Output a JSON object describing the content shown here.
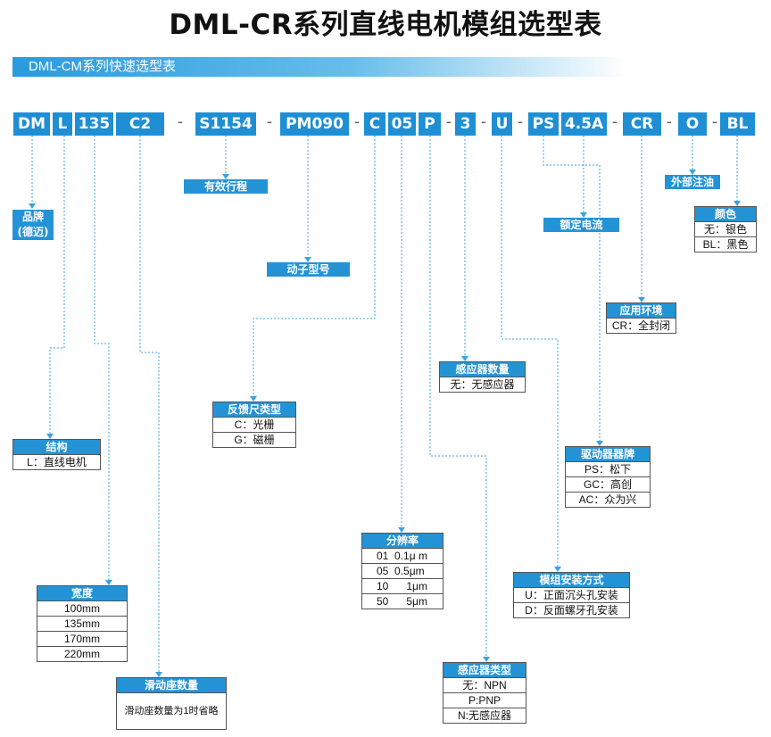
{
  "title": "DML-CR系列直线电机模组选型表",
  "subtitle": "DML-CM系列快速选型表",
  "code_segments": [
    "DM",
    "L",
    "135",
    "C2",
    "S1154",
    "PM090",
    "C",
    "05",
    "P",
    "3",
    "U",
    "PS",
    "4.5A",
    "CR",
    "O",
    "BL"
  ],
  "separator": "-",
  "brand": {
    "title": "品牌",
    "value": "(德迈)"
  },
  "stroke": {
    "title": "有效行程"
  },
  "motor_model": {
    "title": "动子型号"
  },
  "rated_current": {
    "title": "额定电流"
  },
  "external_oil": {
    "title": "外部注油"
  },
  "color": {
    "title": "颜色",
    "rows": [
      "无：银色",
      "BL：黑色"
    ]
  },
  "environment": {
    "title": "应用环境",
    "rows": [
      "CR：全封闭"
    ]
  },
  "sensor_count": {
    "title": "感应器数量",
    "rows": [
      "无：无感应器"
    ]
  },
  "feedback": {
    "title": "反馈尺类型",
    "rows": [
      "C：光栅",
      "G：磁栅"
    ]
  },
  "structure": {
    "title": "结构",
    "rows": [
      "L：直线电机"
    ]
  },
  "driver_brand": {
    "title": "驱动器器牌",
    "rows": [
      "PS：松下",
      "GC：高创",
      "AC：众为兴"
    ]
  },
  "resolution": {
    "title": "分辨率",
    "rows": [
      "01  0.1μ m",
      "05  0.5μm",
      "10      1μm",
      "50      5μm"
    ]
  },
  "mounting": {
    "title": "模组安装方式",
    "rows": [
      "U：正面沉头孔安装",
      "D：反面螺牙孔安装"
    ]
  },
  "width": {
    "title": "宽度",
    "rows": [
      "100mm",
      "135mm",
      "170mm",
      "220mm"
    ]
  },
  "slider_count": {
    "title": "滑动座数量",
    "note": "滑动座数量为1时省略"
  },
  "sensor_type": {
    "title": "感应器类型",
    "rows": [
      "无：NPN",
      "P:PNP",
      "N:无感应器"
    ]
  },
  "colors": {
    "accent": "#2493d6",
    "code_bg": "#1e8fd4",
    "leader": "#3aa3e0"
  }
}
